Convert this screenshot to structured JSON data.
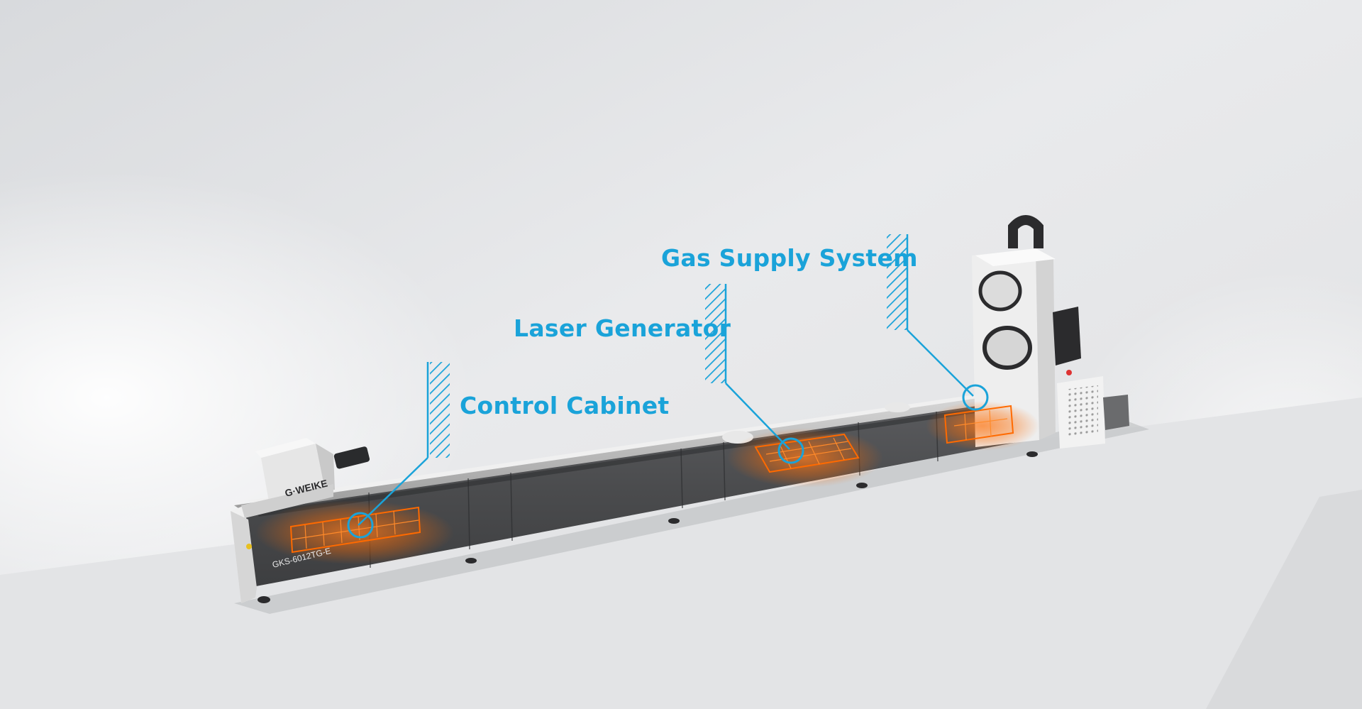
{
  "callouts": {
    "control_cabinet": "Control Cabinet",
    "laser_generator": "Laser Generator",
    "gas_supply_system": "Gas Supply System"
  },
  "machine": {
    "brand": "G·WEIKE",
    "model": "GKS-6012TG-E"
  },
  "colors": {
    "callout_accent": "#1aa3d9",
    "component_highlight": "#ff6a00",
    "body_dark": "#4a4b4d",
    "housing_white": "#f3f3f3"
  }
}
